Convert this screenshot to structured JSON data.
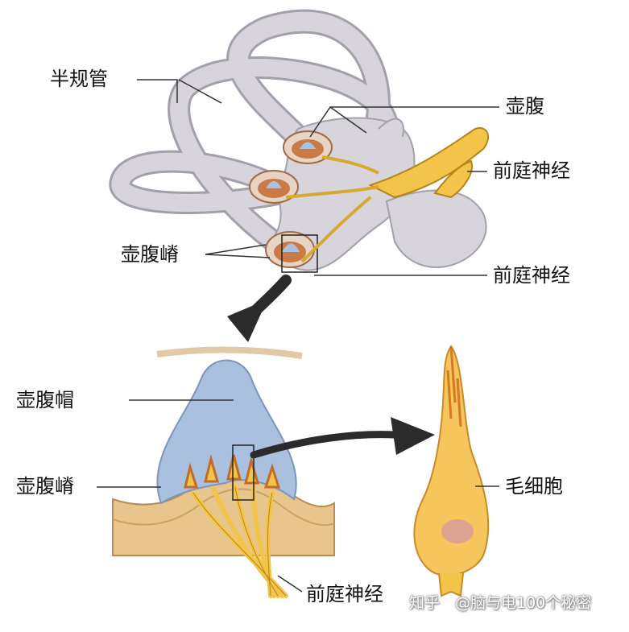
{
  "labels": {
    "semicircular_canals": "半规管",
    "ampulla": "壶腹",
    "vestibular_nerve_1": "前庭神经",
    "crista_ampullaris_top": "壶腹嵴",
    "vestibular_nerve_2": "前庭神经",
    "cupula": "壶腹帽",
    "crista_ampullaris_bottom": "壶腹嵴",
    "hair_cell": "毛细胞",
    "vestibular_nerve_3": "前庭神经"
  },
  "watermark": {
    "platform": "知乎",
    "author": "@脑与电100个秘密"
  },
  "colors": {
    "canal_fill": "#d7d4db",
    "canal_edge": "#a39fab",
    "nerve_fill": "#f2c54a",
    "nerve_edge": "#b8841a",
    "cupula_fill": "#a9c0df",
    "tissue_fill": "#e7c58c",
    "hair_cell_fill": "#f6c55c",
    "arrow": "#2b2b2b",
    "membrane": "#e2c9a5",
    "ampulla_inner": "#c97a47"
  },
  "icons": [
    "arrow-down-icon",
    "arrow-right-icon"
  ]
}
